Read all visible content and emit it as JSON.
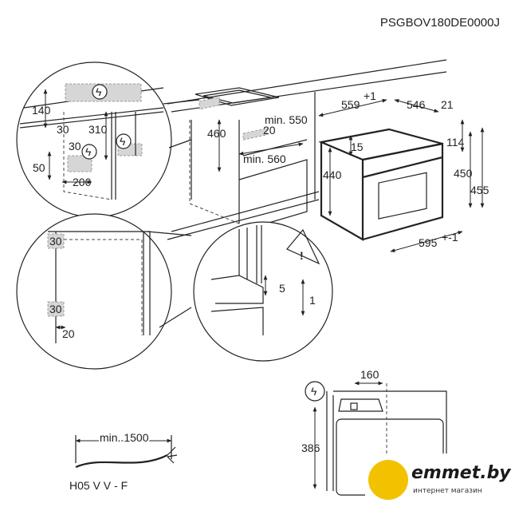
{
  "model_code": "PSGBOV180DE0000J",
  "detail_top_left": {
    "dims": [
      "140",
      "30",
      "310",
      "30",
      "50",
      "200"
    ]
  },
  "overview": {
    "dims": [
      "460",
      "min. 550",
      "20",
      "min. 560"
    ]
  },
  "appliance": {
    "dims": [
      "559",
      "+1",
      "546",
      "21",
      "15",
      "114",
      "440",
      "450",
      "455",
      "595",
      "+-1"
    ]
  },
  "detail_left": {
    "dims": [
      "30",
      "30",
      "20"
    ]
  },
  "detail_right": {
    "dims": [
      "5",
      "1"
    ]
  },
  "back_view": {
    "dims": [
      "160",
      "386"
    ]
  },
  "cable": {
    "length": "min. 1500",
    "type": "H05 V V - F"
  },
  "watermark": {
    "brand": "emmet.by",
    "tagline": "интернет магазин"
  }
}
